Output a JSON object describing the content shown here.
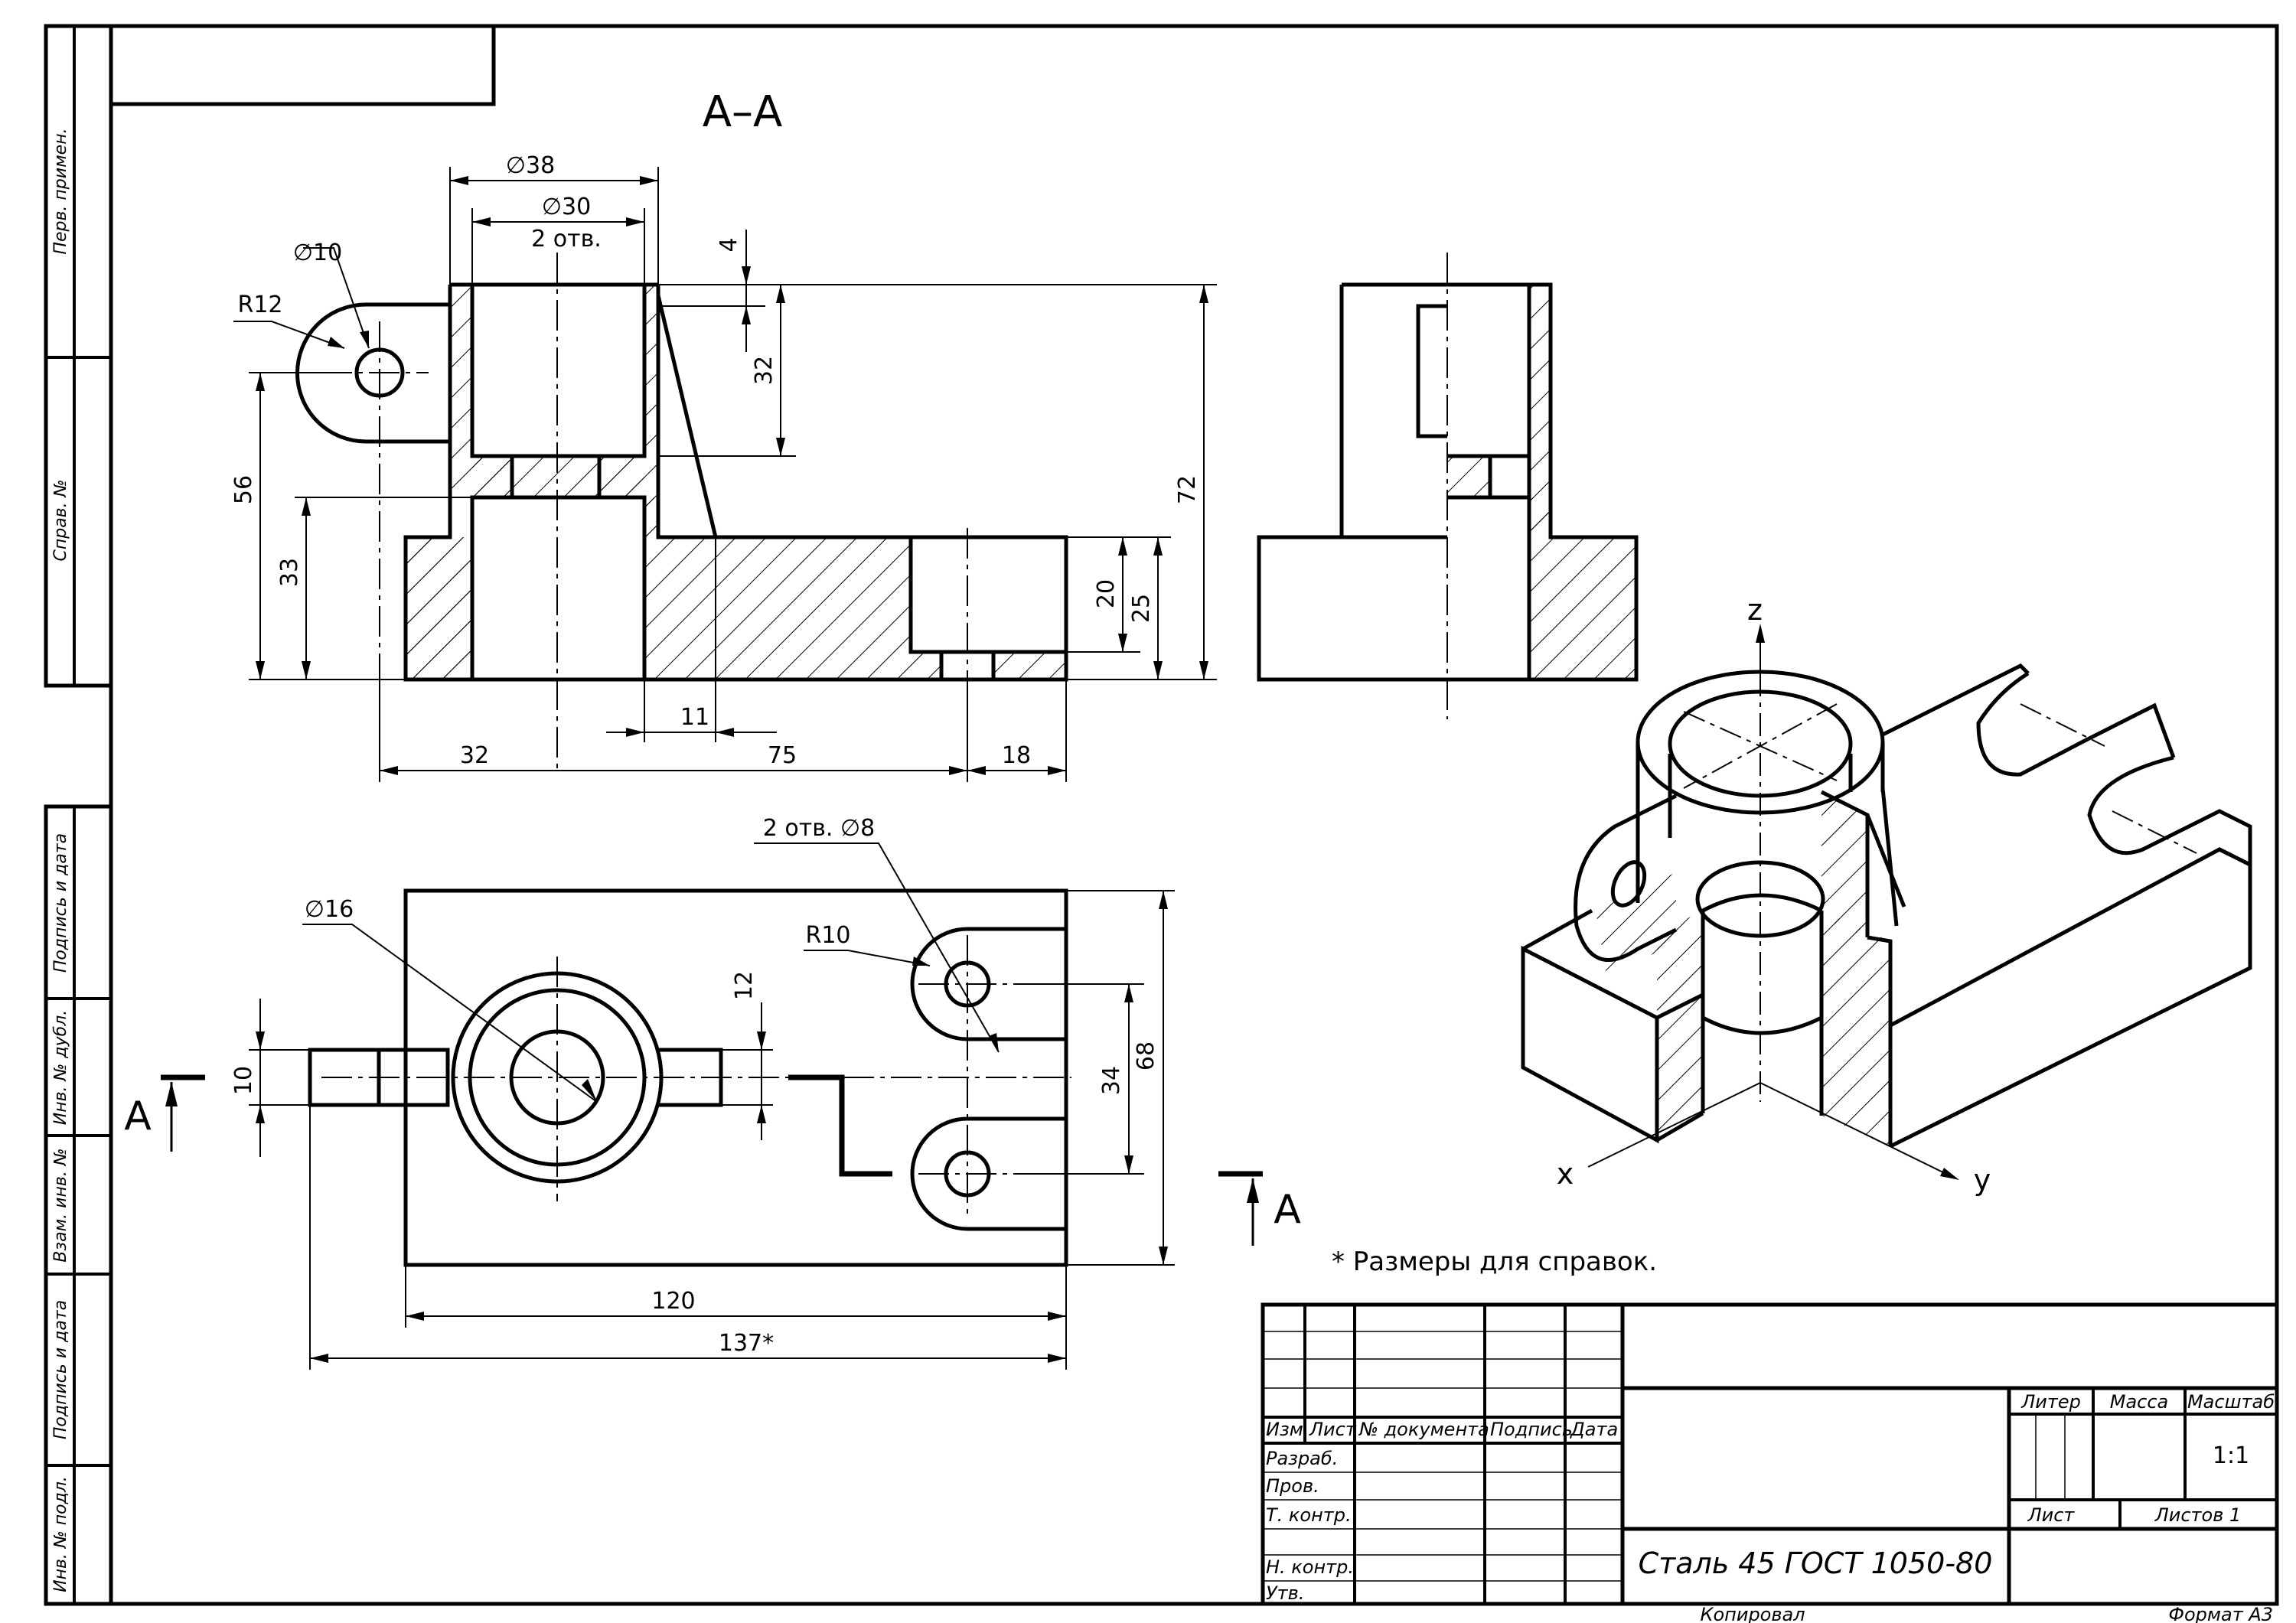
{
  "section_title": "А–А",
  "dims": {
    "d38": "∅38",
    "d30": "∅30",
    "holes2": "2 отв.",
    "d10": "∅10",
    "r12": "R12",
    "v4": "4",
    "v32": "32",
    "v56": "56",
    "v33": "33",
    "v72": "72",
    "v20": "20",
    "v25": "25",
    "v11": "11",
    "h32": "32",
    "h75": "75",
    "h18": "18",
    "d16": "∅16",
    "holes2d8": "2 отв. ∅8",
    "r10": "R10",
    "v12": "12",
    "v10": "10",
    "v34": "34",
    "v68": "68",
    "h120": "120",
    "h137": "137*"
  },
  "section_marks": {
    "left": "А",
    "right": "А"
  },
  "axes": {
    "x": "x",
    "y": "y",
    "z": "z"
  },
  "note": "* Размеры для справок.",
  "side_stamp": [
    "Перв. примен.",
    "Справ. №",
    "Подпись и дата",
    "Инв. № дубл.",
    "Взам. инв. №",
    "Подпись и дата",
    "Инв. № подл."
  ],
  "title_block": {
    "headers": [
      "Изм",
      "Лист",
      "№ документа",
      "Подпись",
      "Дата"
    ],
    "roles": [
      "Разраб.",
      "Пров.",
      "Т. контр.",
      "Н. контр.",
      "Утв."
    ],
    "litera": "Литер",
    "mass": "Масса",
    "scale_label": "Масштаб",
    "scale": "1:1",
    "sheet": "Лист",
    "sheets": "Листов 1",
    "material": "Сталь 45 ГОСТ 1050-80"
  },
  "footer": {
    "copied": "Копировал",
    "format": "Формат А3"
  }
}
